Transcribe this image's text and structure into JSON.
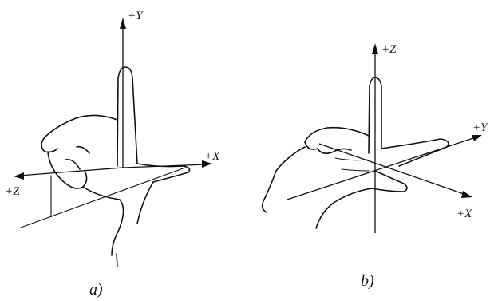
{
  "figure_a": {
    "caption": "a)",
    "labels": {
      "y": "+Y",
      "x": "+X",
      "z": "+Z"
    }
  },
  "figure_b": {
    "caption": "b)",
    "labels": {
      "z": "+Z",
      "y": "+Y",
      "x": "+X"
    }
  },
  "colors": {
    "ink": "#111111",
    "background": "#ffffff"
  }
}
